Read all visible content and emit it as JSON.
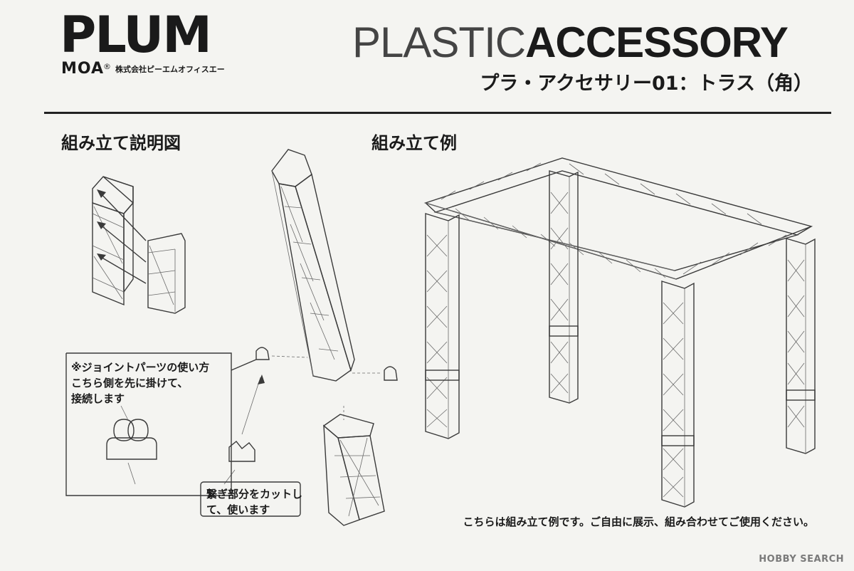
{
  "brand": {
    "logo_main": "PLUM",
    "logo_sub": "MOA",
    "logo_reg": "®",
    "company": "株式会社ピーエムオフィスエー"
  },
  "header": {
    "title_light": "PLASTIC",
    "title_bold": "ACCESSORY",
    "subtitle": "プラ・アクセサリー01：トラス（角）"
  },
  "sections": {
    "assembly_diagram": "組み立て説明図",
    "assembly_example": "組み立て例"
  },
  "callouts": {
    "joint_note": [
      "※ジョイントパーツの使い方",
      "こちら側を先に掛けて、",
      "接続します"
    ],
    "cut_note": [
      "繋ぎ部分をカットし",
      "て、使います"
    ]
  },
  "caption": "こちらは組み立て例です。ご自由に展示、組み合わせてご使用ください。",
  "watermark": "HOBBY SEARCH",
  "colors": {
    "ink": "#1a1a1a",
    "paper": "#f4f4f1",
    "watermark": "#7a7a7a"
  }
}
